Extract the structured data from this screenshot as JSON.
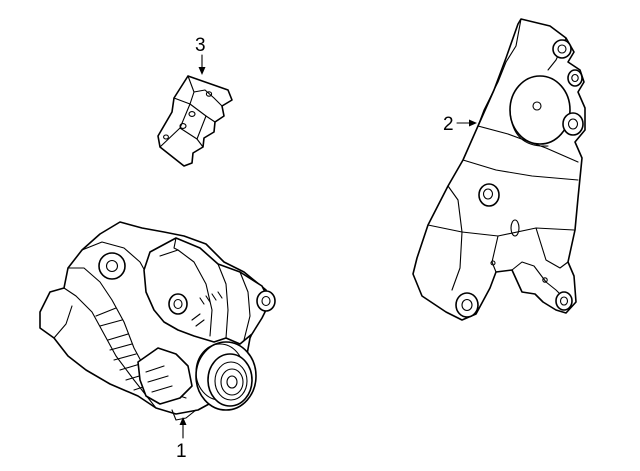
{
  "diagram": {
    "background_color": "#ffffff",
    "line_color": "#000000",
    "callouts": [
      {
        "number": "1",
        "part": "alternator"
      },
      {
        "number": "2",
        "part": "mounting-bracket"
      },
      {
        "number": "3",
        "part": "bracket-plate"
      }
    ]
  }
}
